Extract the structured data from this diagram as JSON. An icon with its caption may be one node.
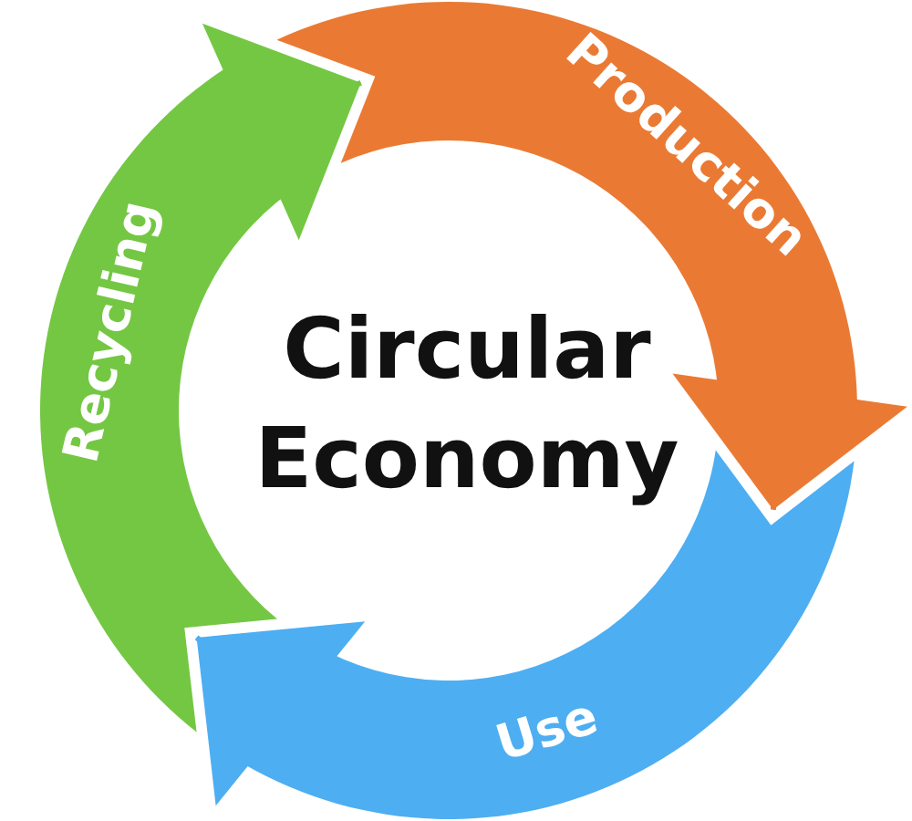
{
  "diagram": {
    "title": "Circular Economy",
    "nodes": [
      {
        "text": [
          "Production"
        ]
      },
      {
        "text": [
          "Use"
        ]
      },
      {
        "text": [
          "Recycling"
        ]
      }
    ],
    "edges": [
      {
        "from": 0,
        "to": 1,
        "arrow": "to",
        "color": "#ea7a33"
      },
      {
        "from": 1,
        "to": 2,
        "arrow": "to",
        "color": "#4daef2"
      },
      {
        "from": 2,
        "to": 0,
        "arrow": "to",
        "color": "#74c743"
      }
    ]
  }
}
